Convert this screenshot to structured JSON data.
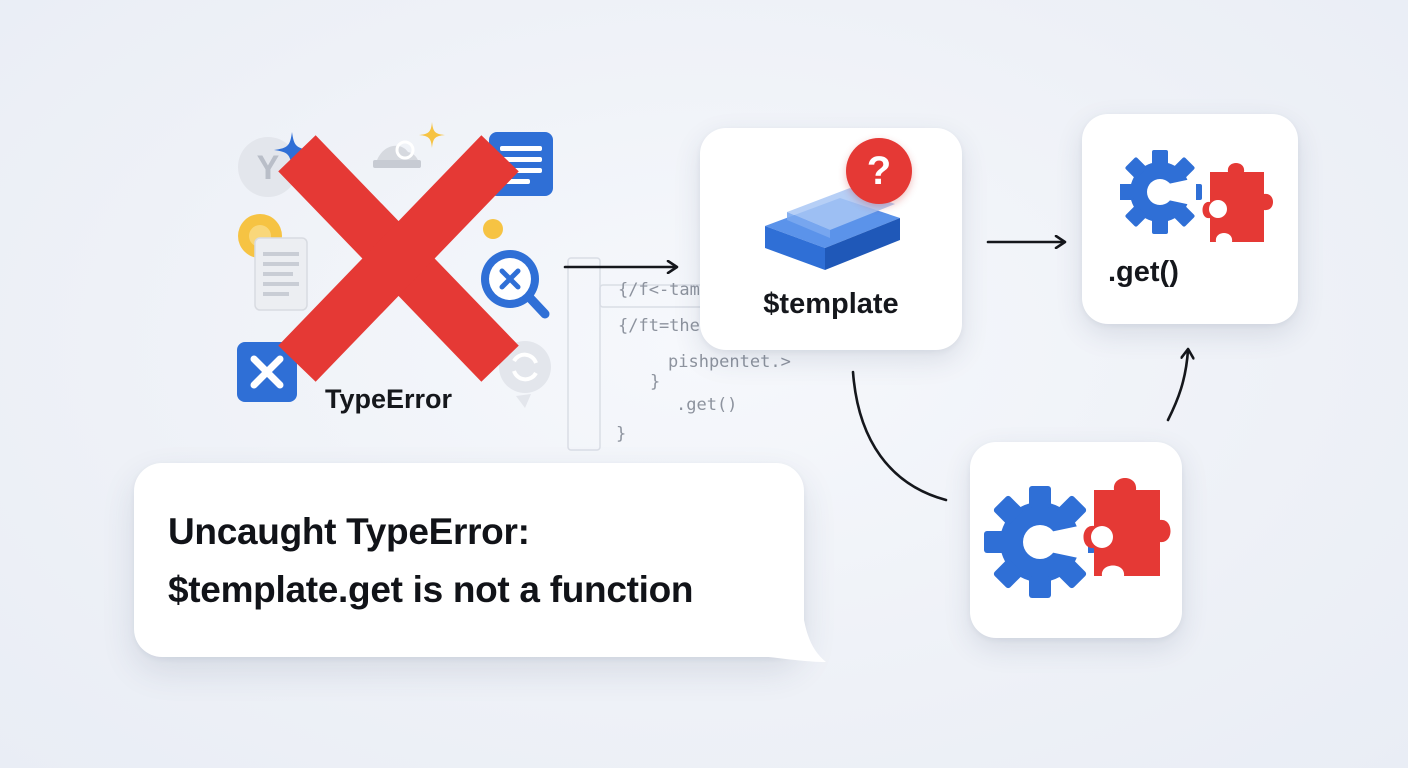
{
  "error_cluster": {
    "label": "TypeError",
    "icons": [
      "y-badge-icon",
      "sparkle-icon",
      "key-lock-icon",
      "document-list-icon",
      "coin-icon",
      "text-page-icon",
      "search-x-icon",
      "close-box-icon",
      "refresh-badge-icon",
      "red-x-cross-icon"
    ]
  },
  "code_snippet": {
    "lines": [
      "{/f<-tam",
      "{/ft=the",
      "pishpentet.>",
      "}",
      ".get()",
      "}"
    ]
  },
  "template_card": {
    "label": "$template",
    "badge": "?",
    "icon": "database-block-icon"
  },
  "get_card": {
    "label": ".get()",
    "icon": "gear-puzzle-icon"
  },
  "plugin_card": {
    "icon": "gear-puzzle-icon"
  },
  "error_message": {
    "line1": "Uncaught TypeError:",
    "line2": "$template.get is not a function"
  },
  "colors": {
    "error_red": "#e53935",
    "brand_blue": "#2f6fd6",
    "accent_yellow": "#f6c343",
    "text_dark": "#15171c"
  }
}
